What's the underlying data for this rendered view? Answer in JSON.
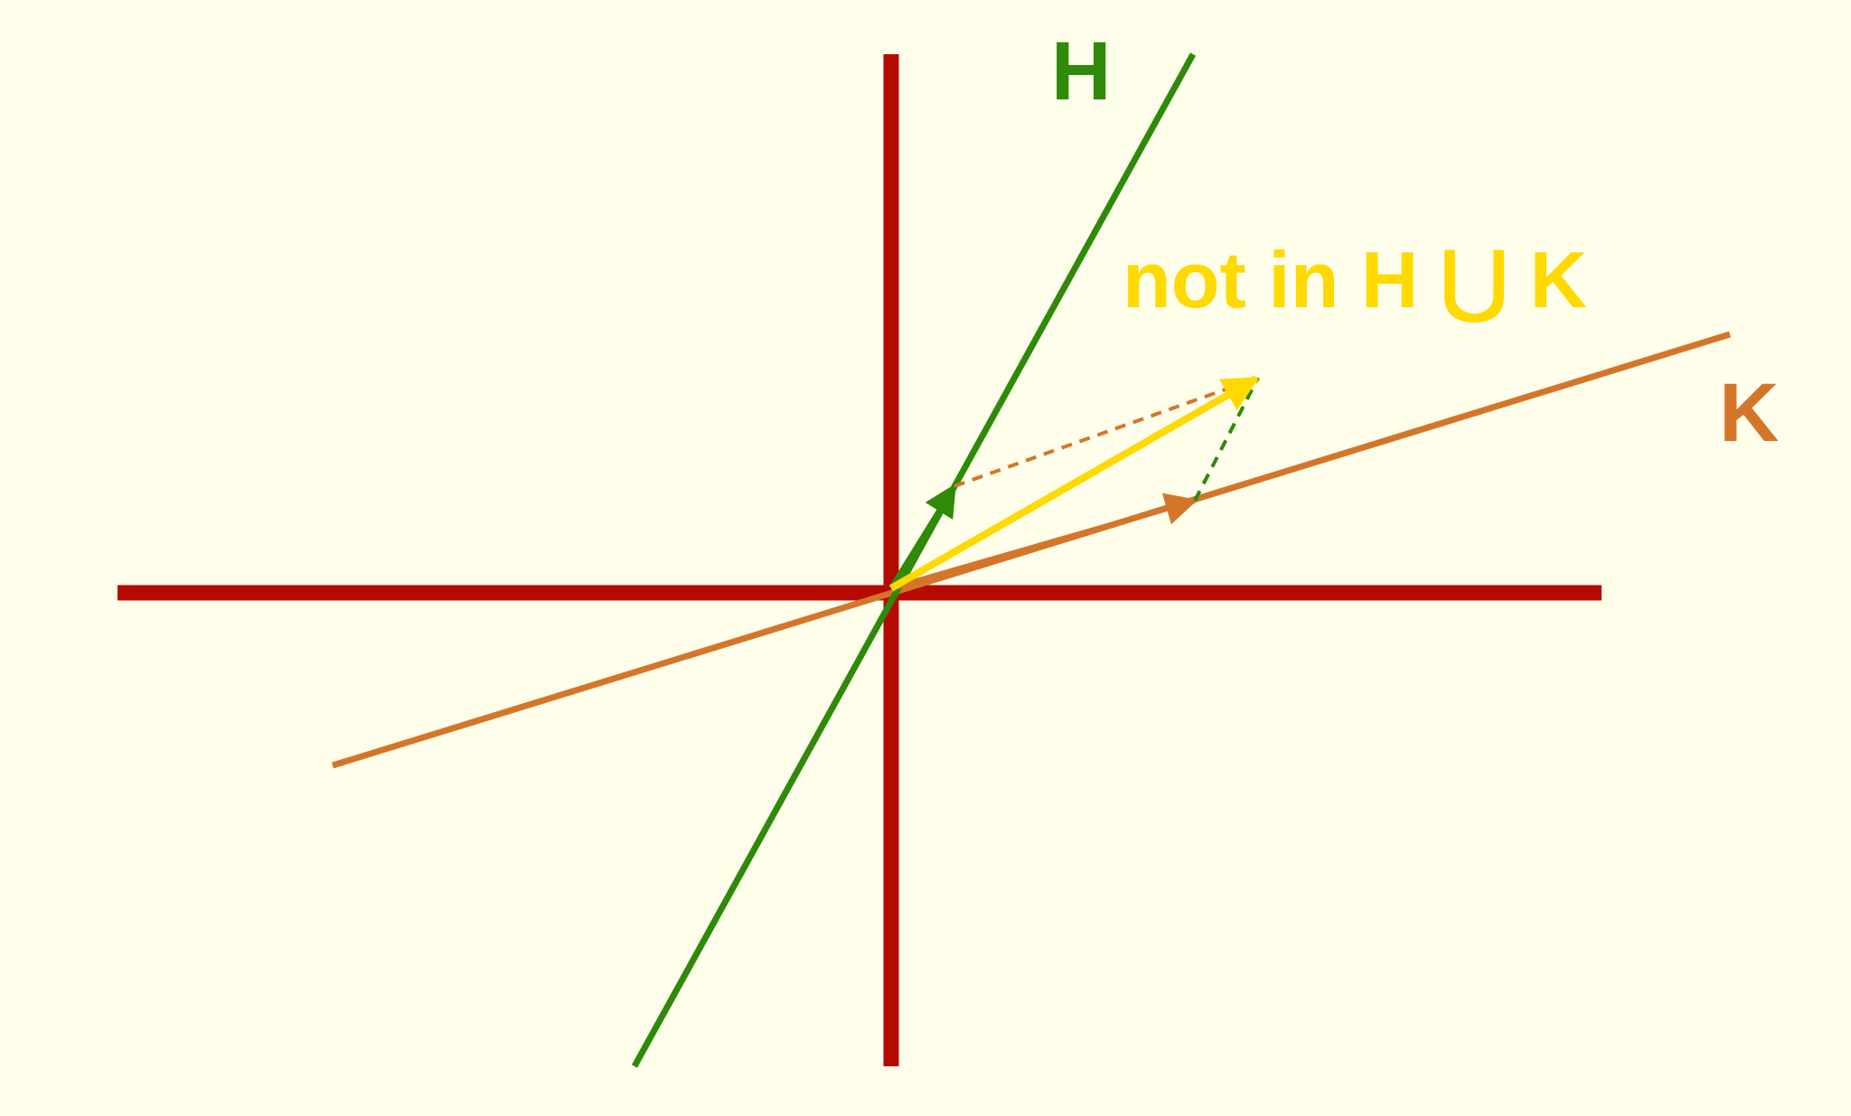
{
  "labels": {
    "subspace_h": "H",
    "subspace_k": "K",
    "sum_vector_note": "not in H ⋃ K"
  },
  "colors": {
    "background": "#FFFEEB",
    "axes": "#B50A00",
    "subspace_h": "#2E8A08",
    "subspace_k": "#D4762A",
    "sum_vector": "#FFD900"
  }
}
